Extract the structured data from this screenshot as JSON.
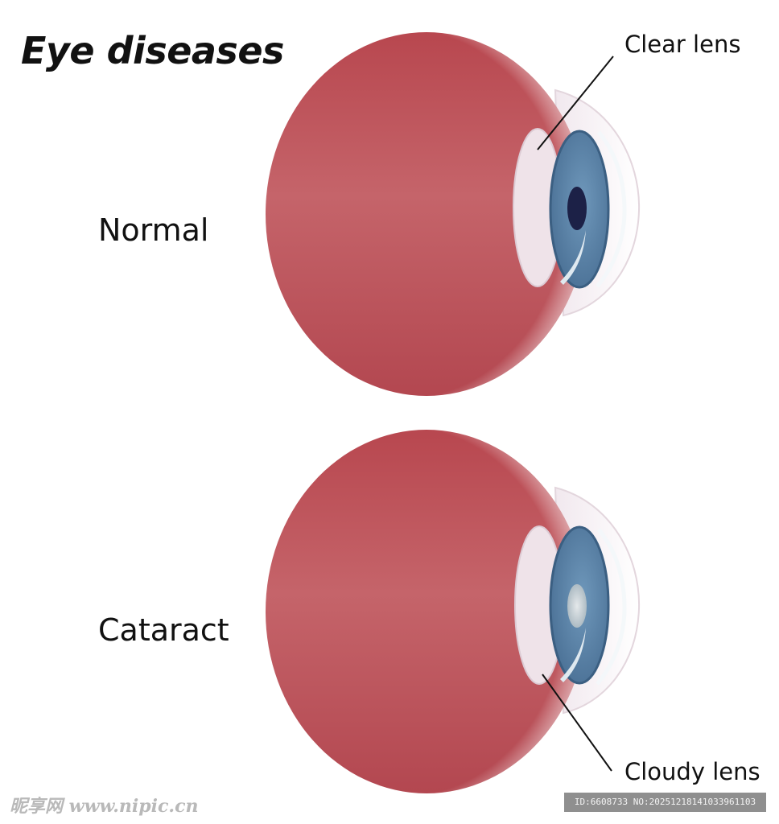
{
  "title": "Eye diseases",
  "rows": [
    {
      "label": "Normal"
    },
    {
      "label": "Cataract"
    }
  ],
  "callouts": {
    "clear": "Clear lens",
    "cloudy": "Cloudy lens"
  },
  "watermark": "昵享网 www.nipic.cn",
  "image_id": "ID:6608733 NO:20251218141033961103",
  "colors": {
    "eyeball": "#c0555c",
    "eyeball_dark": "#a83b43",
    "iris": "#5b83a6",
    "pupil": "#1c2147",
    "lens": "#e8dde4",
    "cloudy_pupil": "#c9d3d8"
  }
}
